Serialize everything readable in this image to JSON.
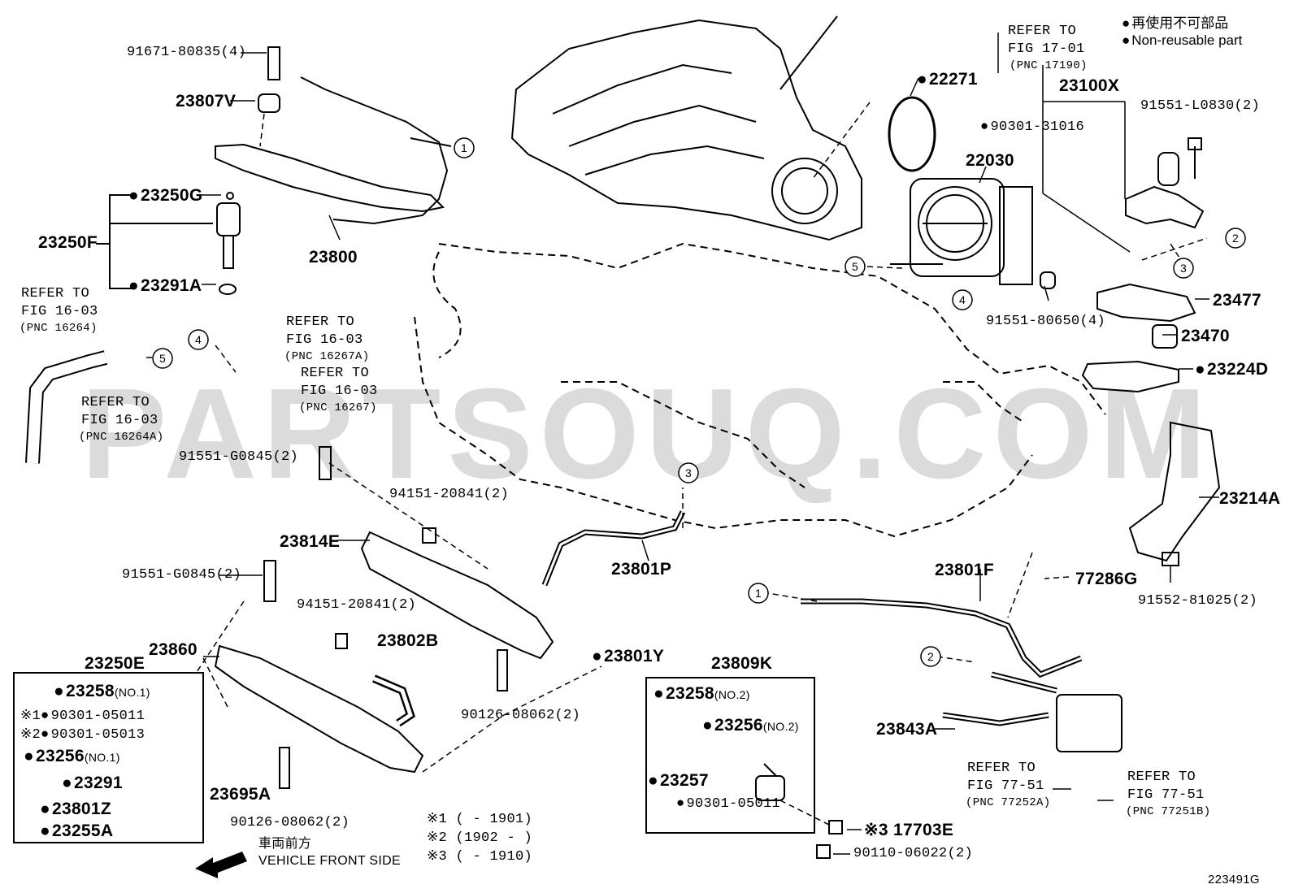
{
  "legend": {
    "line1": "再使用不可部品",
    "line2": "Non-reusable part"
  },
  "watermark": "PARTSOUQ.COM",
  "figure_id": "223491G",
  "front_side": {
    "ja": "車両前方",
    "en": "VEHICLE FRONT SIDE"
  },
  "notes": {
    "n1": "※1 (      - 1901)",
    "n2": "※2 (1902 -      )",
    "n3": "※3 (      - 1910)"
  },
  "refs": {
    "r1_line1": "REFER TO",
    "r1_line2": "FIG 17-01",
    "r1_line3": "(PNC 17190)",
    "r2_line1": "REFER TO",
    "r2_line2": "FIG 16-03",
    "r2_line3": "(PNC 16264)",
    "r3_line1": "REFER TO",
    "r3_line2": "FIG 16-03",
    "r3_line3": "(PNC 16264A)",
    "r4_line1": "REFER TO",
    "r4_line2": "FIG 16-03",
    "r4_line3": "(PNC 16267A)",
    "r5_line1": "REFER TO",
    "r5_line2": "FIG 16-03",
    "r5_line3": "(PNC 16267)",
    "r6_line1": "REFER TO",
    "r6_line2": "FIG 77-51",
    "r6_line3": "(PNC 77252A)",
    "r7_line1": "REFER TO",
    "r7_line2": "FIG 77-51",
    "r7_line3": "(PNC 77251B)"
  },
  "parts": {
    "p91671": "91671-80835(4)",
    "p23807V": "23807V",
    "p23250G": "23250G",
    "p23250F": "23250F",
    "p23291A": "23291A",
    "p23800": "23800",
    "p22271": "22271",
    "p90301_31016": "90301-31016",
    "p23100X": "23100X",
    "p91551L": "91551-L0830(2)",
    "p22030": "22030",
    "p91551_80650": "91551-80650(4)",
    "p23477": "23477",
    "p23470": "23470",
    "p23224D": "23224D",
    "p23214A": "23214A",
    "p91551G_a": "91551-G0845(2)",
    "p94151_a": "94151-20841(2)",
    "p23814E": "23814E",
    "p23801P": "23801P",
    "p91551G_b": "91551-G0845(2)",
    "p94151_b": "94151-20841(2)",
    "p23802B": "23802B",
    "p23250E": "23250E",
    "p23860": "23860",
    "p23801Y": "23801Y",
    "p23809K": "23809K",
    "p23801F": "23801F",
    "p77286G": "77286G",
    "p91552": "91552-81025(2)",
    "p23843A": "23843A",
    "p90126_a": "90126-08062(2)",
    "p90126_b": "90126-08062(2)",
    "p23695A": "23695A",
    "p17703E": "17703E",
    "p90110": "90110-06022(2)",
    "box1_23258": "23258",
    "box1_23258_no": "(NO.1)",
    "box1_90301_05011": "90301-05011",
    "box1_90301_05013": "90301-05013",
    "box1_23256": "23256",
    "box1_23256_no": "(NO.1)",
    "box1_23291": "23291",
    "box1_23801Z": "23801Z",
    "box1_23255A": "23255A",
    "box2_23258": "23258",
    "box2_23258_no": "(NO.2)",
    "box2_23256": "23256",
    "box2_23256_no": "(NO.2)",
    "box2_23257": "23257",
    "box2_90301_05011": "90301-05011"
  },
  "marks": {
    "m1": "※1",
    "m2": "※2",
    "m3": "※3"
  },
  "callouts": [
    "1",
    "2",
    "3",
    "4",
    "5"
  ]
}
